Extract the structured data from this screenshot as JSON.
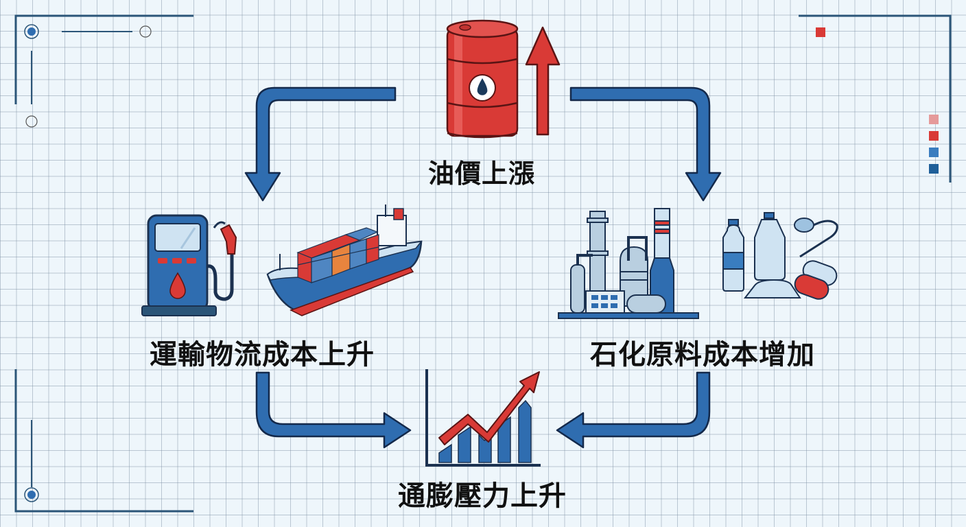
{
  "diagram": {
    "title": "Oil price inflation chain",
    "nodes": {
      "oil_price": {
        "label": "油價上漲",
        "icon": "oil-barrel-icon"
      },
      "transport": {
        "label": "運輸物流成本上升",
        "icons": [
          "fuel-pump-icon",
          "cargo-ship-icon"
        ]
      },
      "petrochem": {
        "label": "石化原料成本增加",
        "icons": [
          "refinery-icon",
          "plastic-products-icon"
        ]
      },
      "inflation": {
        "label": "通膨壓力上升",
        "icon": "rising-chart-icon"
      }
    },
    "edges": [
      {
        "from": "oil_price",
        "to": "transport"
      },
      {
        "from": "oil_price",
        "to": "petrochem"
      },
      {
        "from": "transport",
        "to": "inflation"
      },
      {
        "from": "petrochem",
        "to": "inflation"
      }
    ],
    "colors": {
      "arrow_blue": "#2f6db0",
      "arrow_outline": "#13294b",
      "accent_red": "#d93a36",
      "frame": "#2b5578",
      "background": "#eef6fb"
    },
    "legend_swatches": [
      "#e59a9a",
      "#d93a36",
      "#3a7dbf",
      "#1f5f99"
    ]
  }
}
